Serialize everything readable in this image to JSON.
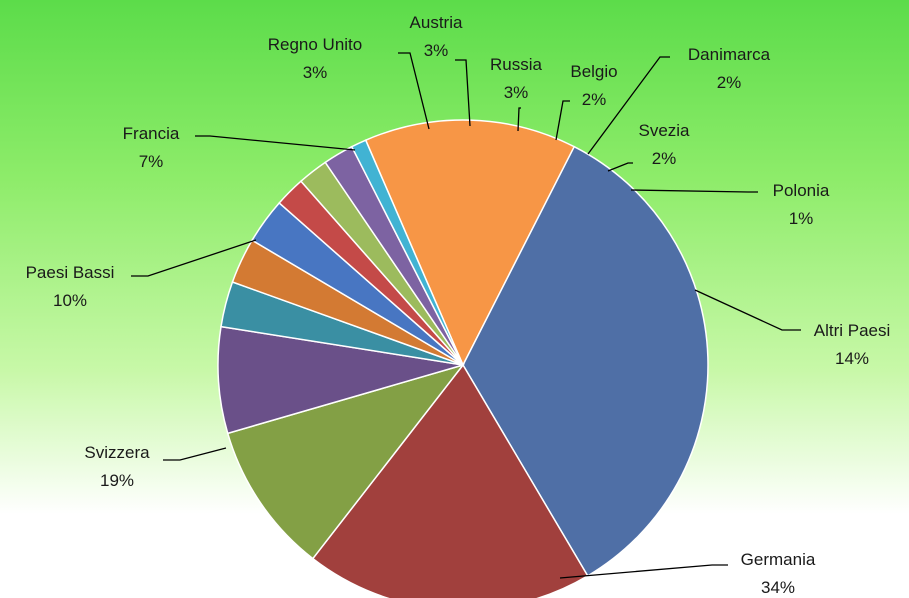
{
  "chart_data": {
    "type": "pie",
    "title": "",
    "slices": [
      {
        "label": "Altri Paesi",
        "value": 14,
        "pct_label": "14%",
        "color": "#f79646"
      },
      {
        "label": "Germania",
        "value": 34,
        "pct_label": "34%",
        "color": "#4f6fa6"
      },
      {
        "label": "Svizzera",
        "value": 19,
        "pct_label": "19%",
        "color": "#a1403d"
      },
      {
        "label": "Paesi Bassi",
        "value": 10,
        "pct_label": "10%",
        "color": "#83a045"
      },
      {
        "label": "Francia",
        "value": 7,
        "pct_label": "7%",
        "color": "#6a5089"
      },
      {
        "label": "Regno Unito",
        "value": 3,
        "pct_label": "3%",
        "color": "#3a8fa3"
      },
      {
        "label": "Austria",
        "value": 3,
        "pct_label": "3%",
        "color": "#d37a33"
      },
      {
        "label": "Russia",
        "value": 3,
        "pct_label": "3%",
        "color": "#4876c2"
      },
      {
        "label": "Belgio",
        "value": 2,
        "pct_label": "2%",
        "color": "#c44a48"
      },
      {
        "label": "Danimarca",
        "value": 2,
        "pct_label": "2%",
        "color": "#9cbb5d"
      },
      {
        "label": "Svezia",
        "value": 2,
        "pct_label": "2%",
        "color": "#7d63a2"
      },
      {
        "label": "Polonia",
        "value": 1,
        "pct_label": "1%",
        "color": "#41b3d3"
      }
    ]
  }
}
